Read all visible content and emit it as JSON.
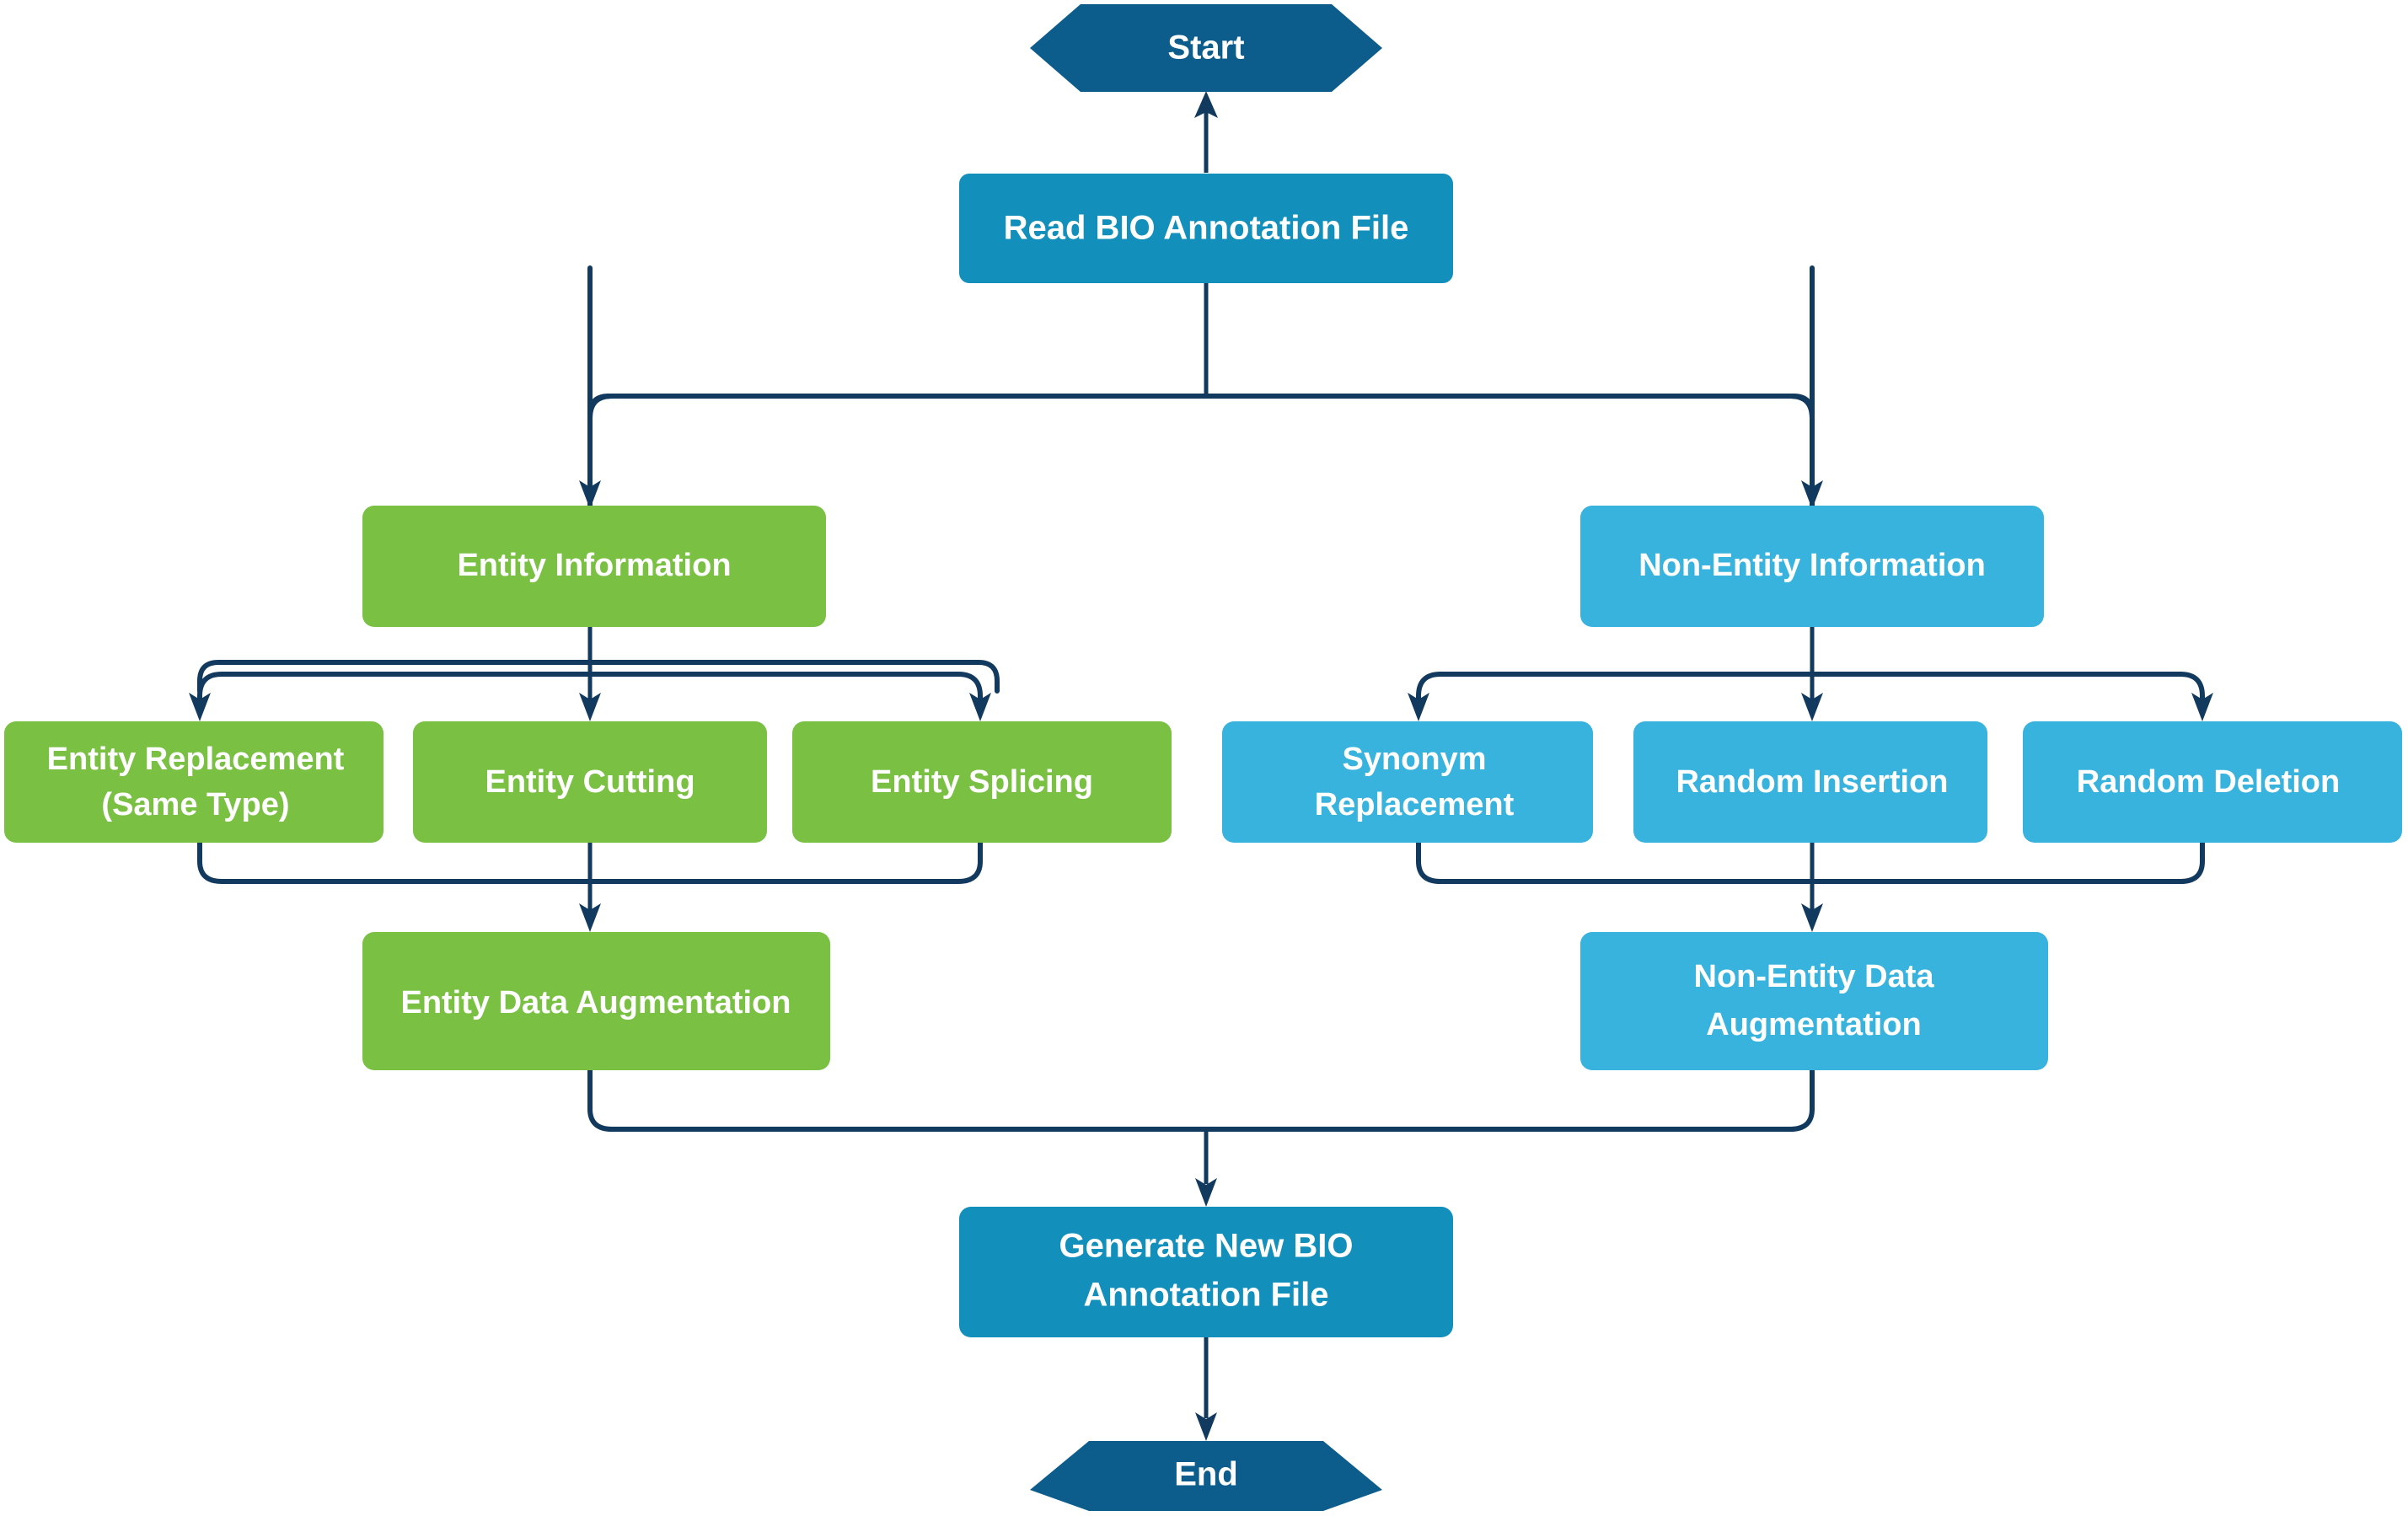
{
  "diagram": {
    "title": "BIO Annotation Data Augmentation Flowchart",
    "type": "flowchart",
    "background": "#ffffff",
    "colors": {
      "terminator": "#0c5c8c",
      "process_primary": "#1290bb",
      "entity_branch": "#7ac143",
      "non_entity_branch": "#38b3de",
      "connector": "#123a5e",
      "label_text": "#ffffff"
    }
  },
  "nodes": {
    "start": {
      "label": "Start",
      "shape": "hexagon",
      "color": "#0c5c8c"
    },
    "read_file": {
      "label": "Read BIO Annotation File",
      "shape": "rounded-rect",
      "color": "#1290bb"
    },
    "entity_information": {
      "label": "Entity Information",
      "shape": "rounded-rect",
      "color": "#7ac143"
    },
    "non_entity_information": {
      "label": "Non-Entity Information",
      "shape": "rounded-rect",
      "color": "#38b3de"
    },
    "entity_replacement": {
      "label_line1": "Entity Replacement",
      "label_line2": "(Same Type)",
      "label": "Entity Replacement (Same Type)",
      "shape": "rounded-rect",
      "color": "#7ac143"
    },
    "entity_cutting": {
      "label": "Entity Cutting",
      "shape": "rounded-rect",
      "color": "#7ac143"
    },
    "entity_splicing": {
      "label": "Entity Splicing",
      "shape": "rounded-rect",
      "color": "#7ac143"
    },
    "synonym_replacement": {
      "label_line1": "Synonym",
      "label_line2": "Replacement",
      "label": "Synonym Replacement",
      "shape": "rounded-rect",
      "color": "#38b3de"
    },
    "random_insertion": {
      "label": "Random Insertion",
      "shape": "rounded-rect",
      "color": "#38b3de"
    },
    "random_deletion": {
      "label": "Random Deletion",
      "shape": "rounded-rect",
      "color": "#38b3de"
    },
    "entity_data_augmentation": {
      "label": "Entity Data Augmentation",
      "shape": "rounded-rect",
      "color": "#7ac143"
    },
    "non_entity_data_augmentation": {
      "label_line1": "Non-Entity Data",
      "label_line2": "Augmentation",
      "label": "Non-Entity Data Augmentation",
      "shape": "rounded-rect",
      "color": "#38b3de"
    },
    "generate_file": {
      "label_line1": "Generate New BIO",
      "label_line2": "Annotation File",
      "label": "Generate New BIO Annotation File",
      "shape": "rounded-rect",
      "color": "#1290bb"
    },
    "end": {
      "label": "End",
      "shape": "hexagon",
      "color": "#0c5c8c"
    }
  },
  "edges": [
    {
      "from": "read_file",
      "to": "start",
      "direction": "up",
      "style": "straight-arrow"
    },
    {
      "from": "bus_top",
      "to": "read_file",
      "direction": "up",
      "style": "straight-arrow"
    },
    {
      "from": "bus_top",
      "to": "entity_information",
      "direction": "down",
      "style": "elbow-arrow"
    },
    {
      "from": "bus_top",
      "to": "non_entity_information",
      "direction": "down",
      "style": "elbow-arrow"
    },
    {
      "from": "entity_information",
      "to": "entity_replacement",
      "direction": "down",
      "style": "elbow-arrow"
    },
    {
      "from": "entity_information",
      "to": "entity_cutting",
      "direction": "down",
      "style": "straight-arrow"
    },
    {
      "from": "entity_information",
      "to": "entity_splicing",
      "direction": "down",
      "style": "elbow-arrow"
    },
    {
      "from": "non_entity_information",
      "to": "synonym_replacement",
      "direction": "down",
      "style": "elbow-arrow"
    },
    {
      "from": "non_entity_information",
      "to": "random_insertion",
      "direction": "down",
      "style": "straight-arrow"
    },
    {
      "from": "non_entity_information",
      "to": "random_deletion",
      "direction": "down",
      "style": "elbow-arrow"
    },
    {
      "from": "entity_methods_bus",
      "to": "entity_data_augmentation",
      "direction": "down",
      "style": "straight-arrow"
    },
    {
      "from": "non_entity_methods_bus",
      "to": "non_entity_data_augmentation",
      "direction": "down",
      "style": "straight-arrow"
    },
    {
      "from": "entity_data_augmentation",
      "to": "merge_bus",
      "direction": "down",
      "style": "elbow"
    },
    {
      "from": "non_entity_data_augmentation",
      "to": "merge_bus",
      "direction": "down",
      "style": "elbow"
    },
    {
      "from": "merge_bus",
      "to": "generate_file",
      "direction": "down",
      "style": "straight-arrow"
    },
    {
      "from": "generate_file",
      "to": "end",
      "direction": "down",
      "style": "straight-arrow"
    }
  ]
}
